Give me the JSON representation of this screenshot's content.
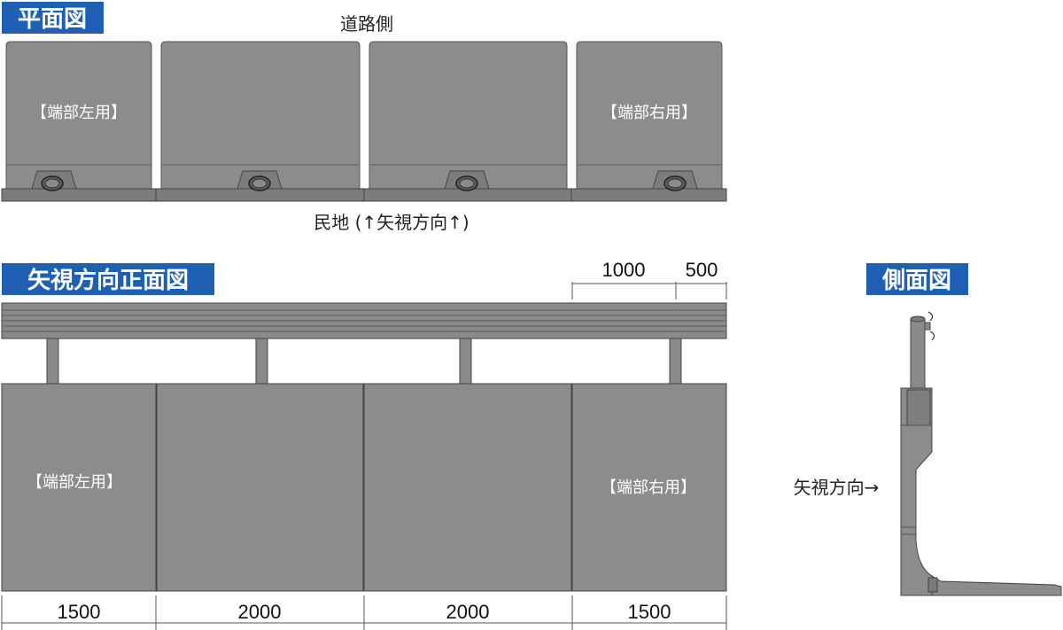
{
  "titles": {
    "plan": "平面図",
    "front": "矢視方向正面図",
    "side": "側面図"
  },
  "labels": {
    "road_side": "道路側",
    "private_land": "民地 (↑矢視方向↑)",
    "view_direction": "矢視方向→"
  },
  "panels": [
    {
      "label": "【端部左用】",
      "width_mm": 1500
    },
    {
      "label": "",
      "width_mm": 2000
    },
    {
      "label": "",
      "width_mm": 2000
    },
    {
      "label": "【端部右用】",
      "width_mm": 1500
    }
  ],
  "rail_dims": [
    "1000",
    "500"
  ],
  "bottom_dims": [
    "1500",
    "2000",
    "2000",
    "1500"
  ],
  "colors": {
    "panel": "#8c8c8c",
    "panel_dark": "#6f6f6f",
    "rail": "#888888",
    "title_bg": "#1f5fb4"
  }
}
